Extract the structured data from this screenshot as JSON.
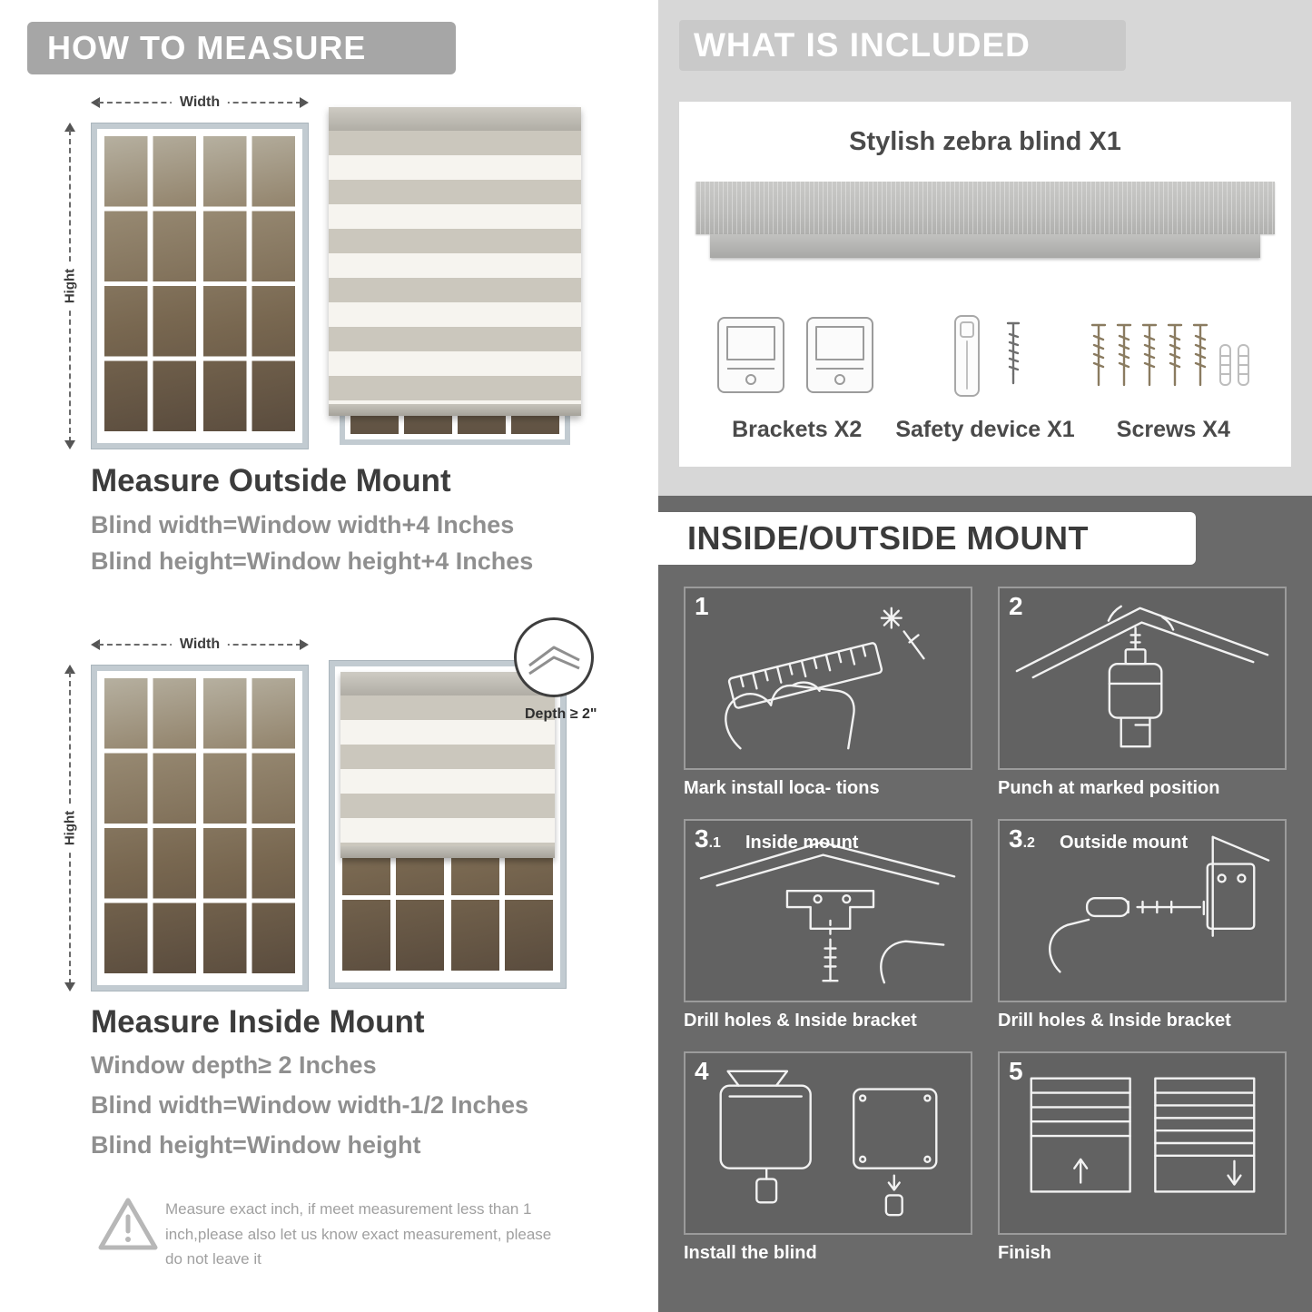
{
  "measure": {
    "title": "HOW TO MEASURE",
    "width_label": "Width",
    "height_label": "Hight",
    "outside": {
      "heading": "Measure Outside Mount",
      "line1": "Blind width=Window width+4 Inches",
      "line2": "Blind height=Window height+4 Inches"
    },
    "inside": {
      "heading": "Measure Inside Mount",
      "line1": "Window depth≥ 2 Inches",
      "line2": "Blind width=Window width-1/2 Inches",
      "line3": "Blind height=Window height",
      "depth_label": "Depth ≥ 2\""
    },
    "warning": "Measure exact inch, if meet measurement less than 1 inch,please also let us know exact measurement, please do not leave it"
  },
  "included": {
    "title": "WHAT IS INCLUDED",
    "product": "Stylish zebra blind X1",
    "items": [
      {
        "label": "Brackets X2"
      },
      {
        "label": "Safety device X1"
      },
      {
        "label": "Screws X4"
      }
    ]
  },
  "mount": {
    "title": "INSIDE/OUTSIDE MOUNT",
    "steps": [
      {
        "num": "1",
        "sub": "",
        "label": "",
        "caption": "Mark install loca- tions"
      },
      {
        "num": "2",
        "sub": "",
        "label": "",
        "caption": "Punch at  marked position"
      },
      {
        "num": "3",
        "sub": ".1",
        "label": "Inside mount",
        "caption": "Drill holes &  Inside bracket"
      },
      {
        "num": "3",
        "sub": ".2",
        "label": "Outside mount",
        "caption": "Drill holes &  Inside bracket"
      },
      {
        "num": "4",
        "sub": "",
        "label": "",
        "caption": "Install the blind"
      },
      {
        "num": "5",
        "sub": "",
        "label": "",
        "caption": "Finish"
      }
    ]
  }
}
